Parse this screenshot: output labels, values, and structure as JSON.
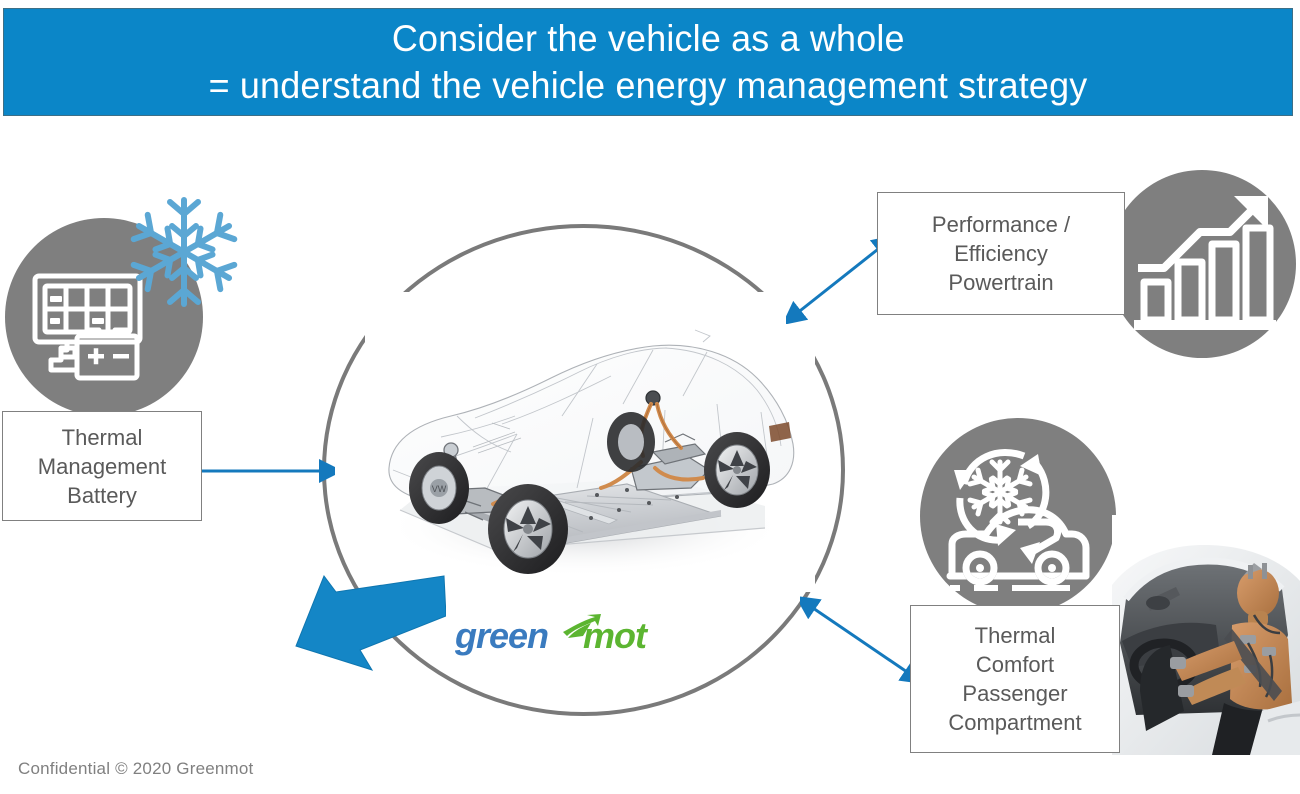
{
  "slide": {
    "title_line1": "Consider the vehicle as a whole",
    "title_line2": "= understand the vehicle energy management strategy",
    "footer": "Confidential © 2020 Greenmot",
    "colors": {
      "banner_blue": "#0b86c8",
      "arrow_blue": "#1479bd",
      "icon_gray": "#7f7f7f",
      "text_gray": "#5a5a5a",
      "circle_outline_gray": "#7a7a7a",
      "snowflake_blue": "#5ba7d4",
      "logo_blue": "#3a7bbf",
      "logo_green": "#5cb531"
    }
  },
  "center": {
    "name": "vehicle-overview-circle",
    "image_label": "electric vehicle chassis cutaway",
    "logo": {
      "text_part1": "green",
      "text_part2": "mot",
      "name": "greenmot-logo"
    }
  },
  "callouts": [
    {
      "id": "battery",
      "label": "Thermal\nManagement\nBattery",
      "icon": "battery-thermal-icon",
      "overlay_icon": "snowflake-icon"
    },
    {
      "id": "performance",
      "label": "Performance /\nEfficiency\nPowertrain",
      "icon": "growth-chart-icon"
    },
    {
      "id": "comfort",
      "label": "Thermal\nComfort\nPassenger\nCompartment",
      "icon": "car-climate-icon",
      "photo_label": "crash test dummy in vehicle cabin"
    }
  ],
  "arrows": {
    "big_arrow": "large-blue-arrow-down-left",
    "connector_battery": "double-arrow-battery",
    "connector_performance": "double-arrow-performance",
    "connector_comfort": "double-arrow-comfort"
  }
}
